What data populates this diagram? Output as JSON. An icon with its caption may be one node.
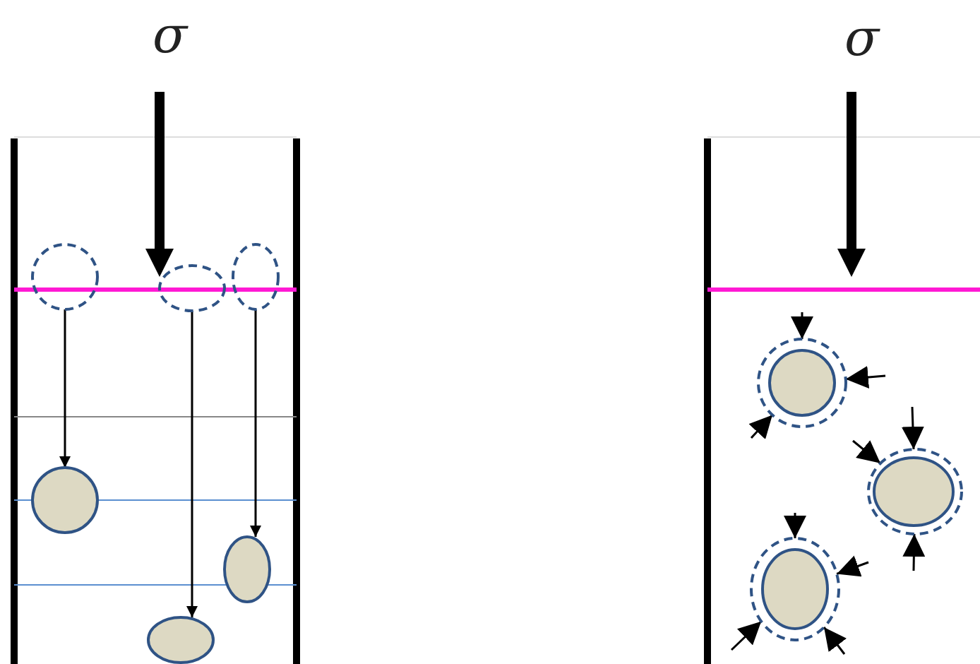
{
  "diagram": {
    "nodes": [
      {
        "text": [],
        "shape": "circle"
      },
      {
        "text": [],
        "shape": "circle"
      },
      {
        "text": [],
        "shape": "circle"
      },
      {
        "text": [],
        "shape": "circle"
      },
      {
        "text": [],
        "shape": "circle"
      },
      {
        "text": [],
        "shape": "circle"
      },
      {
        "text": [],
        "shape": "circle"
      },
      {
        "text": [],
        "shape": "circle",
        "in": 6
      },
      {
        "text": [],
        "shape": "circle"
      },
      {
        "text": [],
        "shape": "circle",
        "in": 8
      },
      {
        "text": [],
        "shape": "circle"
      },
      {
        "text": [],
        "shape": "circle",
        "in": 10
      }
    ],
    "edges": [
      {
        "from": 0,
        "to": 3,
        "arrow": "to"
      },
      {
        "from": 1,
        "to": 5,
        "arrow": "to"
      },
      {
        "from": 2,
        "to": 4,
        "arrow": "to"
      },
      {
        "from": null,
        "to": 6,
        "arrow": "to"
      },
      {
        "from": null,
        "to": 6,
        "arrow": "to"
      },
      {
        "from": null,
        "to": 6,
        "arrow": "to"
      },
      {
        "from": null,
        "to": 8,
        "arrow": "to"
      },
      {
        "from": null,
        "to": 8,
        "arrow": "to"
      },
      {
        "from": null,
        "to": 8,
        "arrow": "to"
      },
      {
        "from": null,
        "to": 10,
        "arrow": "to"
      },
      {
        "from": null,
        "to": 10,
        "arrow": "to"
      },
      {
        "from": null,
        "to": 10,
        "arrow": "to"
      },
      {
        "from": null,
        "to": 10,
        "arrow": "to"
      }
    ],
    "labels": [
      "σ",
      "σ"
    ]
  }
}
